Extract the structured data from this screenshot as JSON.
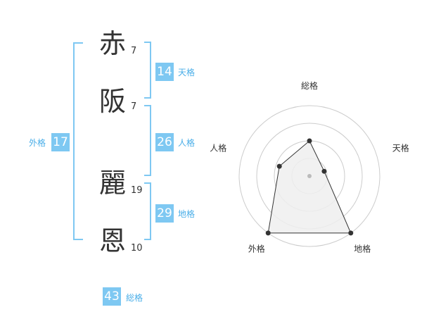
{
  "name": {
    "characters": [
      {
        "char": "赤",
        "strokes": "7"
      },
      {
        "char": "阪",
        "strokes": "7"
      },
      {
        "char": "麗",
        "strokes": "19"
      },
      {
        "char": "恩",
        "strokes": "10"
      }
    ]
  },
  "kakusu": {
    "tenkaku": {
      "value": "14",
      "label": "天格"
    },
    "jinkaku": {
      "value": "26",
      "label": "人格"
    },
    "chikaku": {
      "value": "29",
      "label": "地格"
    },
    "gaikaku": {
      "value": "17",
      "label": "外格"
    },
    "soukaku": {
      "value": "43",
      "label": "総格"
    }
  },
  "chart_data": {
    "type": "radar",
    "axes": [
      "総格",
      "天格",
      "地格",
      "外格",
      "人格"
    ],
    "values": [
      0.5,
      0.22,
      1.0,
      1.0,
      0.45
    ],
    "grid_rings": 4
  },
  "colors": {
    "accent": "#7ec8f2",
    "bracket": "#7ec8f2",
    "text": "#333333",
    "grid": "#cccccc",
    "area_fill": "#eeeeee",
    "polygon_stroke": "#333333"
  }
}
